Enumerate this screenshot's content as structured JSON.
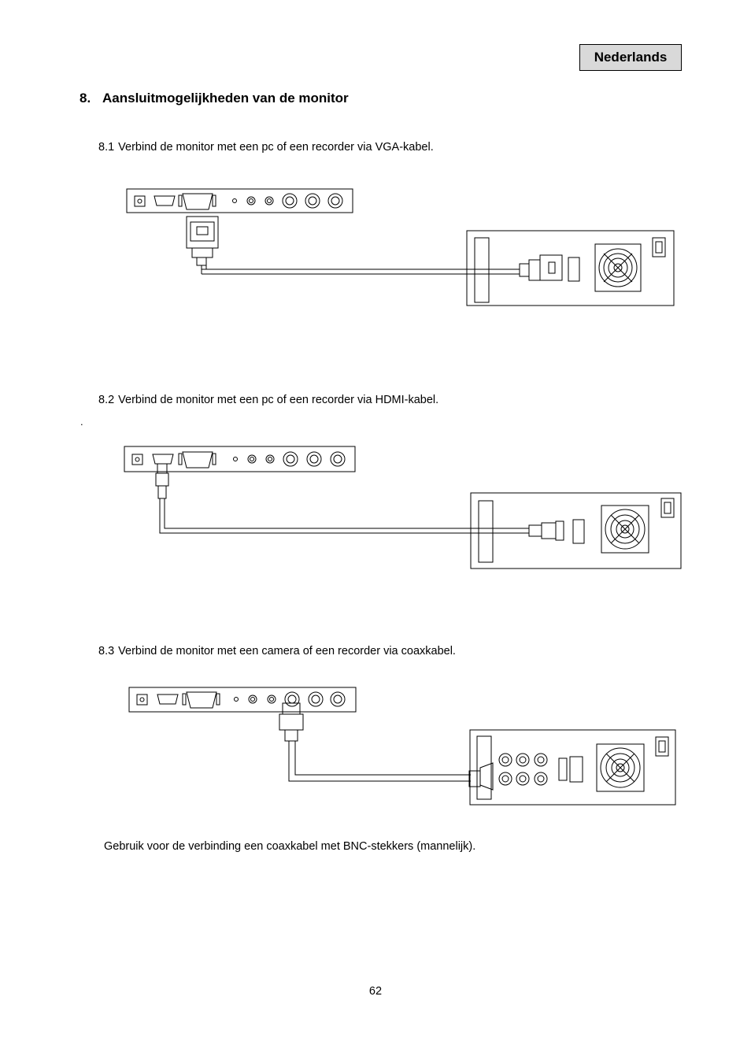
{
  "header": {
    "language": "Nederlands"
  },
  "section": {
    "number": "8.",
    "title": "Aansluitmogelijkheden van de monitor"
  },
  "subsections": [
    {
      "number": "8.1",
      "text": "Verbind de monitor met een pc of een recorder via VGA-kabel."
    },
    {
      "number": "8.2",
      "text": "Verbind de monitor met een pc of een recorder via HDMI-kabel."
    },
    {
      "number": "8.3",
      "text": "Verbind de monitor met een camera of een recorder via coaxkabel."
    }
  ],
  "stray_mark": ".",
  "note": "Gebruik voor de verbinding een coaxkabel met BNC-stekkers (mannelijk).",
  "footer": {
    "page_number": "62"
  }
}
